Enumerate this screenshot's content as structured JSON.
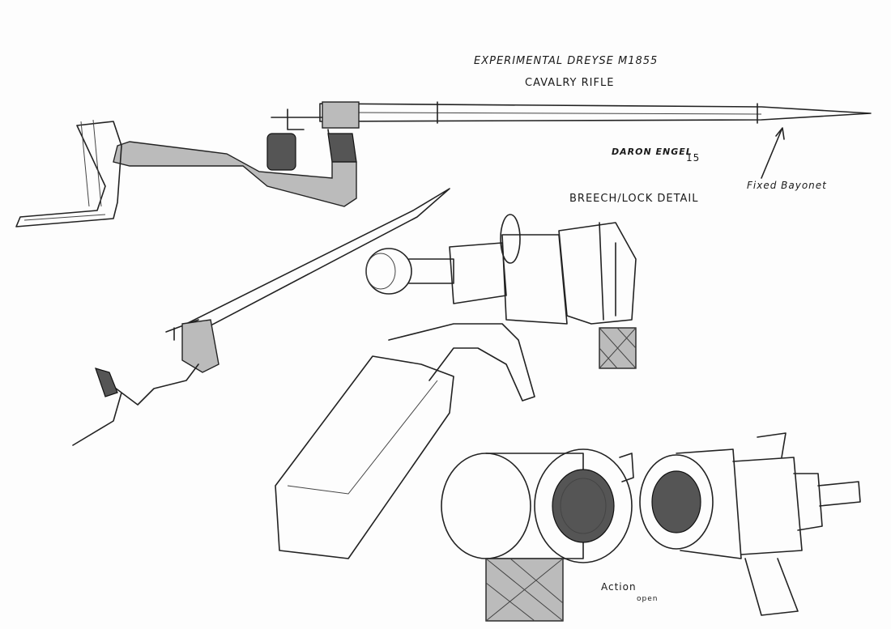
{
  "labels": {
    "title": "Experimental Dreyse M1855",
    "subtitle": "Cavalry Rifle",
    "author": "Daron Engel",
    "year": "15",
    "bayonet": "Fixed Bayonet",
    "breech": "Breech/Lock Detail",
    "action": "Action",
    "open": "open"
  }
}
